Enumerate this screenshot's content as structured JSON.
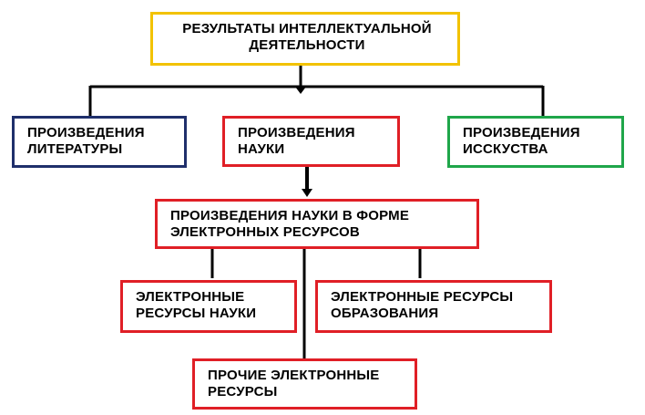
{
  "diagram": {
    "root": {
      "line1": "РЕЗУЛЬТАТЫ ИНТЕЛЛЕКТУАЛЬНОЙ",
      "line2": "ДЕЯТЕЛЬНОСТИ",
      "border_color": "#f2c200"
    },
    "categories": [
      {
        "line1": "ПРОИЗВЕДЕНИЯ",
        "line2": "ЛИТЕРАТУРЫ",
        "border_color": "#1f2f6b"
      },
      {
        "line1": "ПРОИЗВЕДЕНИЯ",
        "line2": "НАУКИ",
        "border_color": "#e01f26"
      },
      {
        "line1": "ПРОИЗВЕДЕНИЯ",
        "line2": "ИССКУСТВА",
        "border_color": "#1fa64a"
      }
    ],
    "science_electronic": {
      "line1": "ПРОИЗВЕДЕНИЯ  НАУКИ  В  ФОРМЕ",
      "line2": "ЭЛЕКТРОННЫХ РЕСУРСОВ",
      "border_color": "#e01f26"
    },
    "subtypes": [
      {
        "line1": "ЭЛЕКТРОННЫЕ",
        "line2": "РЕСУРСЫ НАУКИ",
        "border_color": "#e01f26"
      },
      {
        "line1": "ЭЛЕКТРОННЫЕ РЕСУРСЫ",
        "line2": "ОБРАЗОВАНИЯ",
        "border_color": "#e01f26"
      },
      {
        "line1": "ПРОЧИЕ  ЭЛЕКТРОННЫЕ",
        "line2": "РЕСУРСЫ",
        "border_color": "#e01f26"
      }
    ],
    "connector_color": "#000000"
  }
}
